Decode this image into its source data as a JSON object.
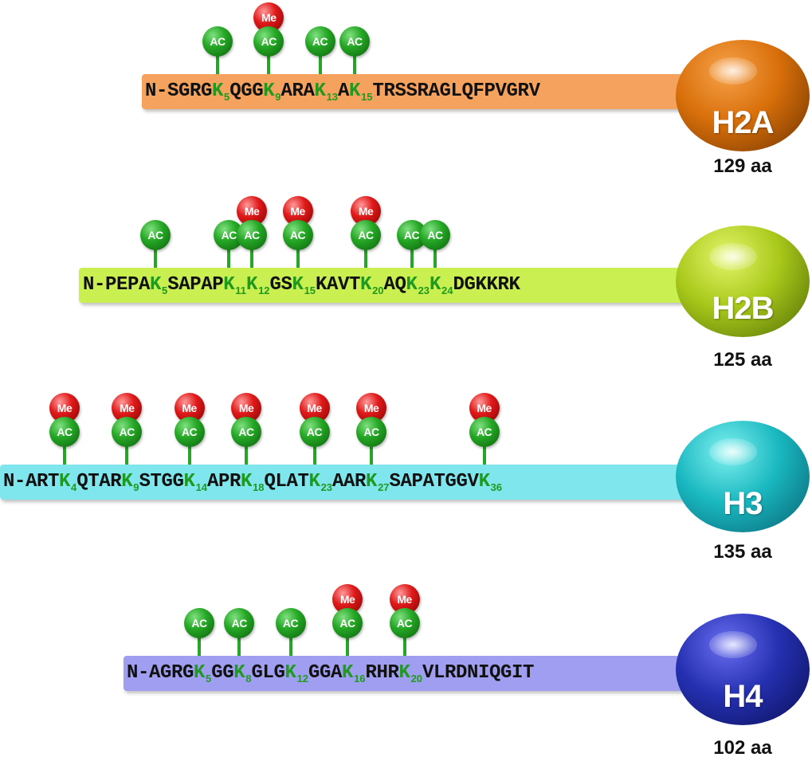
{
  "histones": [
    {
      "name": "H2A",
      "length_label": "129 aa",
      "tail_color": "#f5a25e",
      "globe_colors": [
        "#f7a24a",
        "#d86f0a",
        "#6e3300"
      ],
      "sequence": [
        {
          "t": "N-SGRG"
        },
        {
          "k": "K",
          "n": "5"
        },
        {
          "t": "QGG"
        },
        {
          "k": "K",
          "n": "9"
        },
        {
          "t": "ARA"
        },
        {
          "k": "K",
          "n": "13"
        },
        {
          "t": "A"
        },
        {
          "k": "K",
          "n": "15"
        },
        {
          "t": "TRSSRAGLQFPVGRV"
        }
      ],
      "modifications": [
        {
          "site": 5,
          "ac": "AC"
        },
        {
          "site": 9,
          "ac": "AC",
          "me": "Me"
        },
        {
          "site": 13,
          "ac": "AC"
        },
        {
          "site": 15,
          "ac": "AC"
        }
      ]
    },
    {
      "name": "H2B",
      "length_label": "125 aa",
      "tail_color": "#c9ef50",
      "globe_colors": [
        "#e4f56a",
        "#a8c81a",
        "#4f6a05"
      ],
      "sequence": [
        {
          "t": "N-PEPA"
        },
        {
          "k": "K",
          "n": "5"
        },
        {
          "t": "SAPAP"
        },
        {
          "k": "K",
          "n": "11"
        },
        {
          "k": "K",
          "n": "12"
        },
        {
          "t": "GS"
        },
        {
          "k": "K",
          "n": "15"
        },
        {
          "t": "KAVT"
        },
        {
          "k": "K",
          "n": "20"
        },
        {
          "t": "AQ"
        },
        {
          "k": "K",
          "n": "23"
        },
        {
          "k": "K",
          "n": "24"
        },
        {
          "t": "DGKKRK"
        }
      ],
      "modifications": [
        {
          "site": 5,
          "ac": "AC"
        },
        {
          "site": 11,
          "ac": "AC"
        },
        {
          "site": 12,
          "ac": "AC",
          "me": "Me"
        },
        {
          "site": 15,
          "ac": "AC",
          "me": "Me"
        },
        {
          "site": 20,
          "ac": "AC",
          "me": "Me"
        },
        {
          "site": 23,
          "ac": "AC"
        },
        {
          "site": 24,
          "ac": "AC"
        }
      ]
    },
    {
      "name": "H3",
      "length_label": "135 aa",
      "tail_color": "#7fe6ee",
      "globe_colors": [
        "#7ff0f0",
        "#19b8c0",
        "#086070"
      ],
      "sequence": [
        {
          "t": "N-ART"
        },
        {
          "k": "K",
          "n": "4"
        },
        {
          "t": "QTAR"
        },
        {
          "k": "K",
          "n": "9"
        },
        {
          "t": "STGG"
        },
        {
          "k": "K",
          "n": "14"
        },
        {
          "t": "APR"
        },
        {
          "k": "K",
          "n": "18"
        },
        {
          "t": "QLAT"
        },
        {
          "k": "K",
          "n": "23"
        },
        {
          "t": "AAR"
        },
        {
          "k": "K",
          "n": "27"
        },
        {
          "t": "SAPATGGV"
        },
        {
          "k": "K",
          "n": "36"
        }
      ],
      "modifications": [
        {
          "site": 4,
          "ac": "AC",
          "me": "Me"
        },
        {
          "site": 9,
          "ac": "AC",
          "me": "Me"
        },
        {
          "site": 14,
          "ac": "AC",
          "me": "Me"
        },
        {
          "site": 18,
          "ac": "AC",
          "me": "Me"
        },
        {
          "site": 23,
          "ac": "AC",
          "me": "Me"
        },
        {
          "site": 27,
          "ac": "AC",
          "me": "Me"
        },
        {
          "site": 36,
          "ac": "AC",
          "me": "Me"
        }
      ]
    },
    {
      "name": "H4",
      "length_label": "102 aa",
      "tail_color": "#a09ef0",
      "globe_colors": [
        "#6a6ef0",
        "#2430b0",
        "#0a0e55"
      ],
      "sequence": [
        {
          "t": "N-AGRG"
        },
        {
          "k": "K",
          "n": "5"
        },
        {
          "t": "GG"
        },
        {
          "k": "K",
          "n": "8"
        },
        {
          "t": "GLG"
        },
        {
          "k": "K",
          "n": "12"
        },
        {
          "t": "GGA"
        },
        {
          "k": "K",
          "n": "16"
        },
        {
          "t": "RHR"
        },
        {
          "k": "K",
          "n": "20"
        },
        {
          "t": "VLRDNIQGIT"
        }
      ],
      "modifications": [
        {
          "site": 5,
          "ac": "AC"
        },
        {
          "site": 8,
          "ac": "AC"
        },
        {
          "site": 12,
          "ac": "AC"
        },
        {
          "site": 16,
          "ac": "AC",
          "me": "Me"
        },
        {
          "site": 20,
          "ac": "AC",
          "me": "Me"
        }
      ]
    }
  ]
}
